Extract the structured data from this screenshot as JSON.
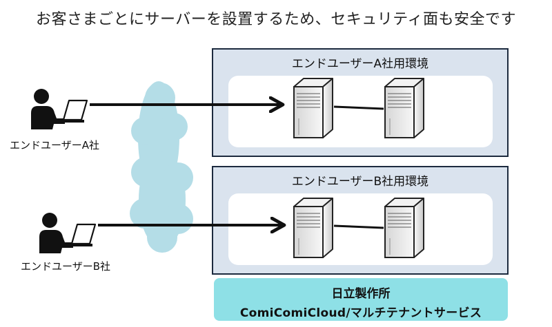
{
  "title": "お客さまごとにサーバーを設置するため、セキュリティ面も安全です",
  "environments": [
    {
      "label": "エンドユーザーA社用環境"
    },
    {
      "label": "エンドユーザーB社用環境"
    }
  ],
  "users": [
    {
      "label": "エンドユーザーA社",
      "icon": "user-laptop-icon"
    },
    {
      "label": "エンドユーザーB社",
      "icon": "user-laptop-icon"
    }
  ],
  "provider": {
    "line1": "日立製作所",
    "line2": "ComiComiCloud/マルチテナントサービス"
  },
  "colors": {
    "environment_fill": "#dae3ee",
    "environment_border": "#1c2a3e",
    "cloud": "#b4dde7",
    "provider_fill": "#8ee0e6",
    "server": "#eeeeee"
  },
  "icons": [
    "user-laptop-icon",
    "cloud-icon",
    "server-icon",
    "arrow-icon"
  ]
}
